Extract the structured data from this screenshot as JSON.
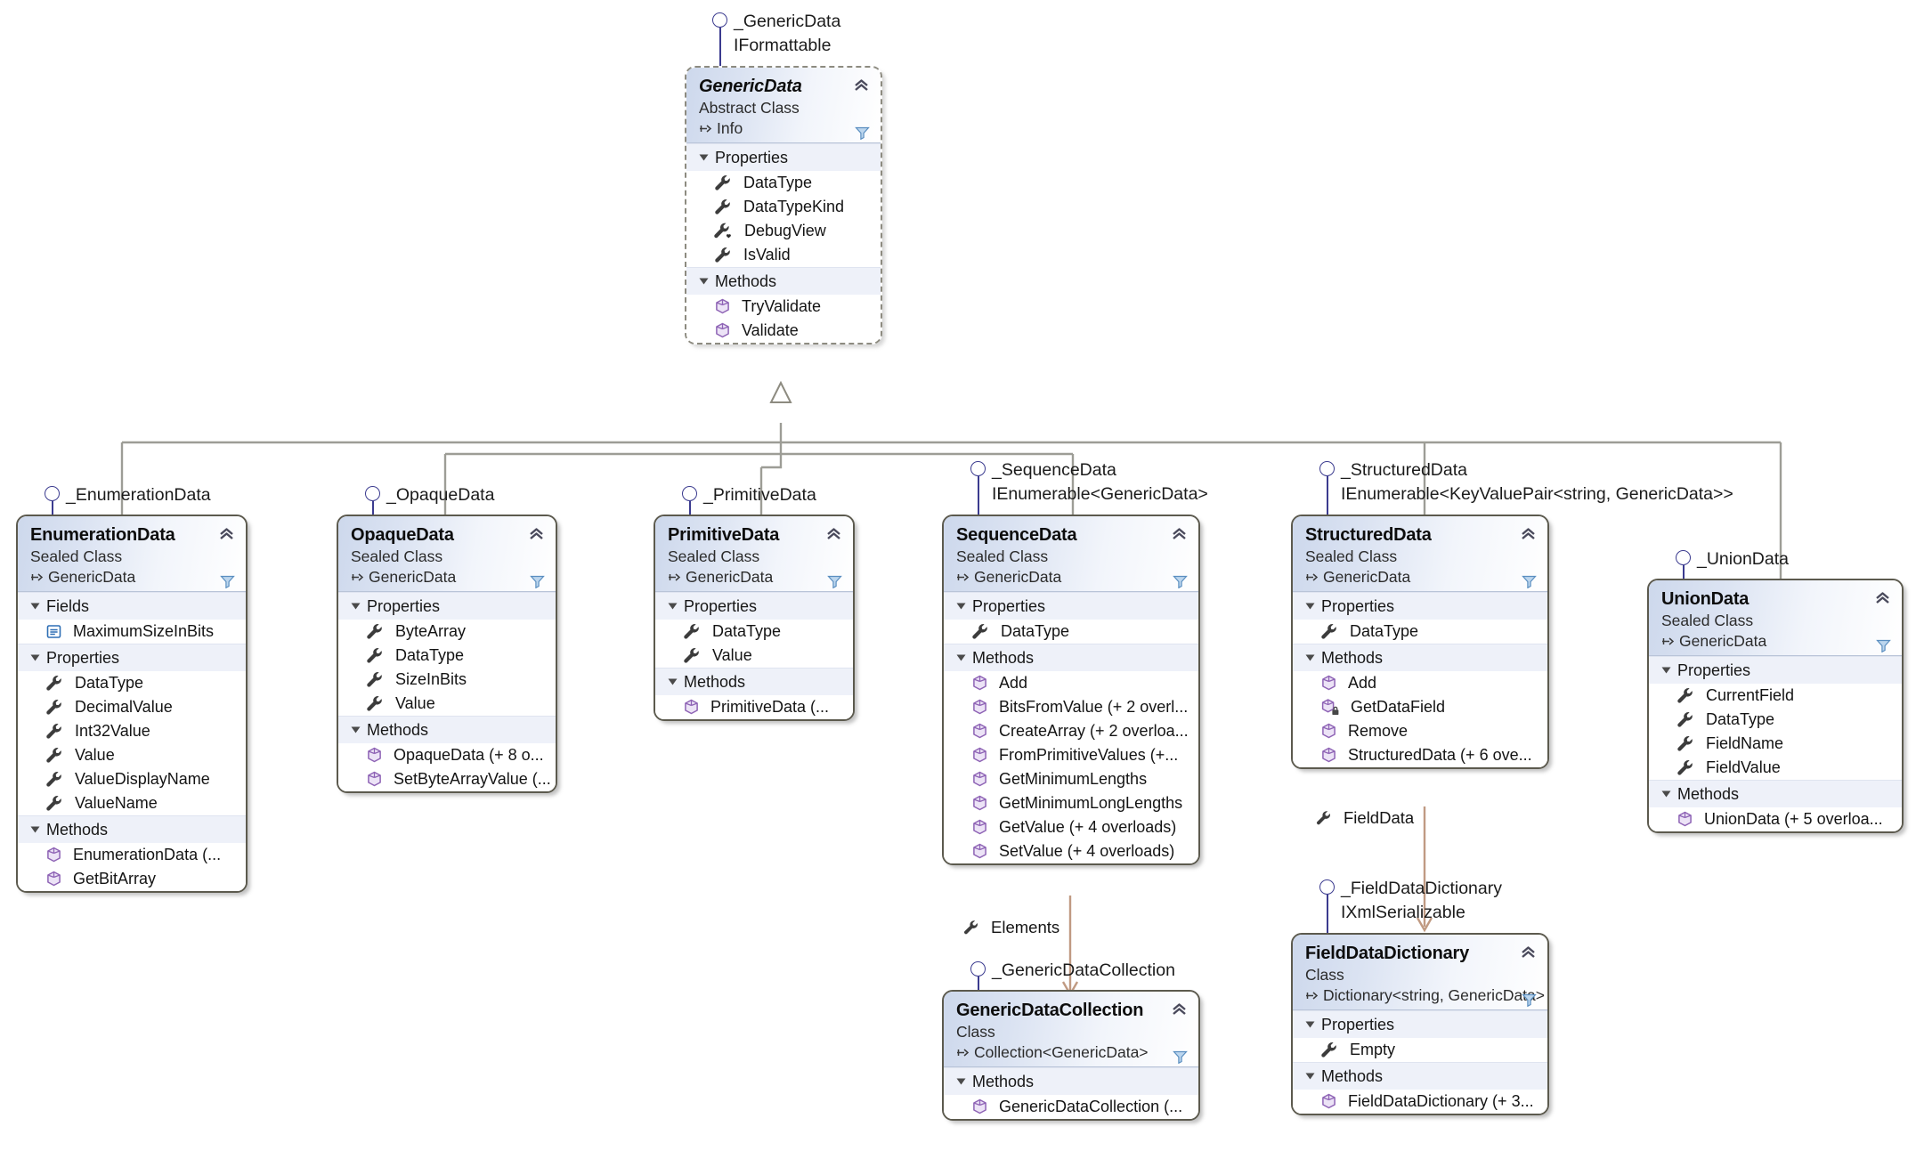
{
  "diagram": {
    "title": "GenericData class hierarchy",
    "colors": {
      "box_border": "#5c5a4e",
      "header_gradient_start": "#cdd8ec",
      "header_gradient_end": "#ffffff",
      "section_band": "#eef1f9",
      "interface_stroke": "#3b3b8f",
      "inheritance_line": "#9d9d96",
      "association_line": "#c09a82",
      "property_icon": "#3c3c3c",
      "method_icon": "#8e63b5",
      "field_icon": "#2f6fb5"
    }
  },
  "classes": {
    "generic_data": {
      "interface": {
        "name": "_GenericData",
        "implements": "IFormattable"
      },
      "name": "GenericData",
      "kind": "Abstract Class",
      "base": "Info",
      "sections": [
        {
          "title": "Properties",
          "members": [
            {
              "icon": "property-icon",
              "label": "DataType"
            },
            {
              "icon": "property-icon",
              "label": "DataTypeKind"
            },
            {
              "icon": "property-protected-icon",
              "label": "DebugView"
            },
            {
              "icon": "property-icon",
              "label": "IsValid"
            }
          ]
        },
        {
          "title": "Methods",
          "members": [
            {
              "icon": "method-icon",
              "label": "TryValidate"
            },
            {
              "icon": "method-icon",
              "label": "Validate"
            }
          ]
        }
      ]
    },
    "enumeration_data": {
      "interface": {
        "name": "_EnumerationData",
        "implements": ""
      },
      "name": "EnumerationData",
      "kind": "Sealed Class",
      "base": "GenericData",
      "sections": [
        {
          "title": "Fields",
          "members": [
            {
              "icon": "field-icon",
              "label": "MaximumSizeInBits"
            }
          ]
        },
        {
          "title": "Properties",
          "members": [
            {
              "icon": "property-icon",
              "label": "DataType"
            },
            {
              "icon": "property-icon",
              "label": "DecimalValue"
            },
            {
              "icon": "property-icon",
              "label": "Int32Value"
            },
            {
              "icon": "property-icon",
              "label": "Value"
            },
            {
              "icon": "property-icon",
              "label": "ValueDisplayName"
            },
            {
              "icon": "property-icon",
              "label": "ValueName"
            }
          ]
        },
        {
          "title": "Methods",
          "members": [
            {
              "icon": "method-icon",
              "label": "EnumerationData  (..."
            },
            {
              "icon": "method-icon",
              "label": "GetBitArray"
            }
          ]
        }
      ]
    },
    "opaque_data": {
      "interface": {
        "name": "_OpaqueData",
        "implements": ""
      },
      "name": "OpaqueData",
      "kind": "Sealed Class",
      "base": "GenericData",
      "sections": [
        {
          "title": "Properties",
          "members": [
            {
              "icon": "property-icon",
              "label": "ByteArray"
            },
            {
              "icon": "property-icon",
              "label": "DataType"
            },
            {
              "icon": "property-icon",
              "label": "SizeInBits"
            },
            {
              "icon": "property-icon",
              "label": "Value"
            }
          ]
        },
        {
          "title": "Methods",
          "members": [
            {
              "icon": "method-icon",
              "label": "OpaqueData (+ 8 o..."
            },
            {
              "icon": "method-icon",
              "label": "SetByteArrayValue  (..."
            }
          ]
        }
      ]
    },
    "primitive_data": {
      "interface": {
        "name": "_PrimitiveData",
        "implements": ""
      },
      "name": "PrimitiveData",
      "kind": "Sealed Class",
      "base": "GenericData",
      "sections": [
        {
          "title": "Properties",
          "members": [
            {
              "icon": "property-icon",
              "label": "DataType"
            },
            {
              "icon": "property-icon",
              "label": "Value"
            }
          ]
        },
        {
          "title": "Methods",
          "members": [
            {
              "icon": "method-icon",
              "label": "PrimitiveData  (..."
            }
          ]
        }
      ]
    },
    "sequence_data": {
      "interface": {
        "name": "_SequenceData",
        "implements": "IEnumerable<GenericData>"
      },
      "name": "SequenceData",
      "kind": "Sealed Class",
      "base": "GenericData",
      "sections": [
        {
          "title": "Properties",
          "members": [
            {
              "icon": "property-icon",
              "label": "DataType"
            }
          ]
        },
        {
          "title": "Methods",
          "members": [
            {
              "icon": "method-icon",
              "label": "Add"
            },
            {
              "icon": "method-icon",
              "label": "BitsFromValue (+ 2 overl..."
            },
            {
              "icon": "method-icon",
              "label": "CreateArray (+ 2 overloa..."
            },
            {
              "icon": "method-icon",
              "label": "FromPrimitiveValues  (+..."
            },
            {
              "icon": "method-icon",
              "label": "GetMinimumLengths"
            },
            {
              "icon": "method-icon",
              "label": "GetMinimumLongLengths"
            },
            {
              "icon": "method-icon",
              "label": "GetValue (+ 4 overloads)"
            },
            {
              "icon": "method-icon",
              "label": "SetValue (+ 4 overloads)"
            }
          ]
        }
      ]
    },
    "structured_data": {
      "interface": {
        "name": "_StructuredData",
        "implements": "IEnumerable<KeyValuePair<string, GenericData>>"
      },
      "name": "StructuredData",
      "kind": "Sealed Class",
      "base": "GenericData",
      "sections": [
        {
          "title": "Properties",
          "members": [
            {
              "icon": "property-icon",
              "label": "DataType"
            }
          ]
        },
        {
          "title": "Methods",
          "members": [
            {
              "icon": "method-icon",
              "label": "Add"
            },
            {
              "icon": "method-private-icon",
              "label": "GetDataField"
            },
            {
              "icon": "method-icon",
              "label": "Remove"
            },
            {
              "icon": "method-icon",
              "label": "StructuredData (+ 6 ove..."
            }
          ]
        }
      ]
    },
    "union_data": {
      "interface": {
        "name": "_UnionData",
        "implements": ""
      },
      "name": "UnionData",
      "kind": "Sealed Class",
      "base": "GenericData",
      "sections": [
        {
          "title": "Properties",
          "members": [
            {
              "icon": "property-icon",
              "label": "CurrentField"
            },
            {
              "icon": "property-icon",
              "label": "DataType"
            },
            {
              "icon": "property-icon",
              "label": "FieldName"
            },
            {
              "icon": "property-icon",
              "label": "FieldValue"
            }
          ]
        },
        {
          "title": "Methods",
          "members": [
            {
              "icon": "method-icon",
              "label": "UnionData (+ 5 overloa..."
            }
          ]
        }
      ]
    },
    "generic_data_collection": {
      "interface": {
        "name": "_GenericDataCollection",
        "implements": ""
      },
      "name": "GenericDataCollection",
      "kind": "Class",
      "base": "Collection<GenericData>",
      "sections": [
        {
          "title": "Methods",
          "members": [
            {
              "icon": "method-icon",
              "label": "GenericDataCollection  (..."
            }
          ]
        }
      ]
    },
    "field_data_dictionary": {
      "interface": {
        "name": "_FieldDataDictionary",
        "implements": "IXmlSerializable"
      },
      "name": "FieldDataDictionary",
      "kind": "Class",
      "base": "Dictionary<string, GenericData>",
      "sections": [
        {
          "title": "Properties",
          "members": [
            {
              "icon": "property-icon",
              "label": "Empty"
            }
          ]
        },
        {
          "title": "Methods",
          "members": [
            {
              "icon": "method-icon",
              "label": "FieldDataDictionary (+ 3..."
            }
          ]
        }
      ]
    }
  },
  "associations": [
    {
      "id": "elements",
      "label": "Elements",
      "icon": "property-icon",
      "from": "SequenceData",
      "to": "GenericDataCollection"
    },
    {
      "id": "fielddata",
      "label": "FieldData",
      "icon": "property-icon",
      "from": "StructuredData",
      "to": "FieldDataDictionary"
    }
  ]
}
